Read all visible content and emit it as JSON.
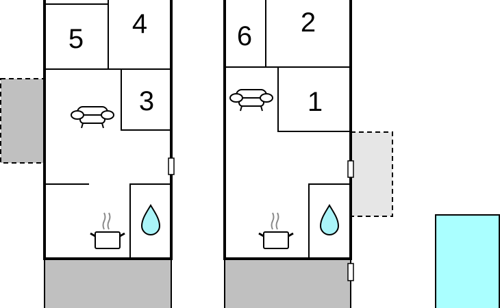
{
  "rooms": {
    "r1": "1",
    "r2": "2",
    "r3": "3",
    "r4": "4",
    "r5": "5",
    "r6": "6"
  },
  "colors": {
    "wall": "#000000",
    "terrace": "#c0c0c0",
    "terrace_light": "#e6e6e6",
    "pool": "#aaffff",
    "water_drop": "#aaf4f8"
  },
  "icons": [
    "sofa-icon",
    "cooking-pot-icon",
    "water-drop-icon",
    "door-icon"
  ]
}
